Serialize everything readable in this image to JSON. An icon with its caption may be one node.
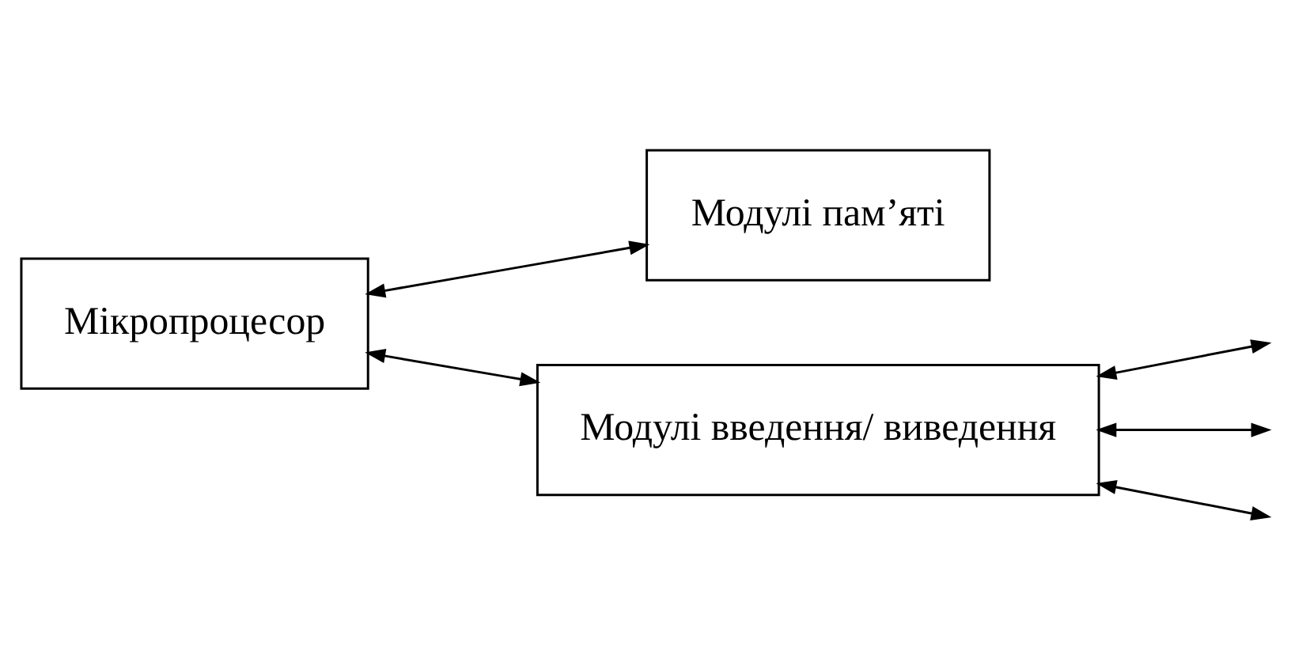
{
  "diagram": {
    "nodes": [
      {
        "text": [
          "Мікропроцесор"
        ]
      },
      {
        "text": [
          "Модулі пам’яті"
        ]
      },
      {
        "text": [
          "Модулі введення/ виведення"
        ]
      }
    ],
    "edges": [
      {
        "from": 0,
        "to": 1,
        "arrow": "both"
      },
      {
        "from": 0,
        "to": 2,
        "arrow": "both"
      },
      {
        "from": 2,
        "to": null,
        "arrow": "both"
      },
      {
        "from": 2,
        "to": null,
        "arrow": "both"
      },
      {
        "from": 2,
        "to": null,
        "arrow": "both"
      }
    ]
  }
}
